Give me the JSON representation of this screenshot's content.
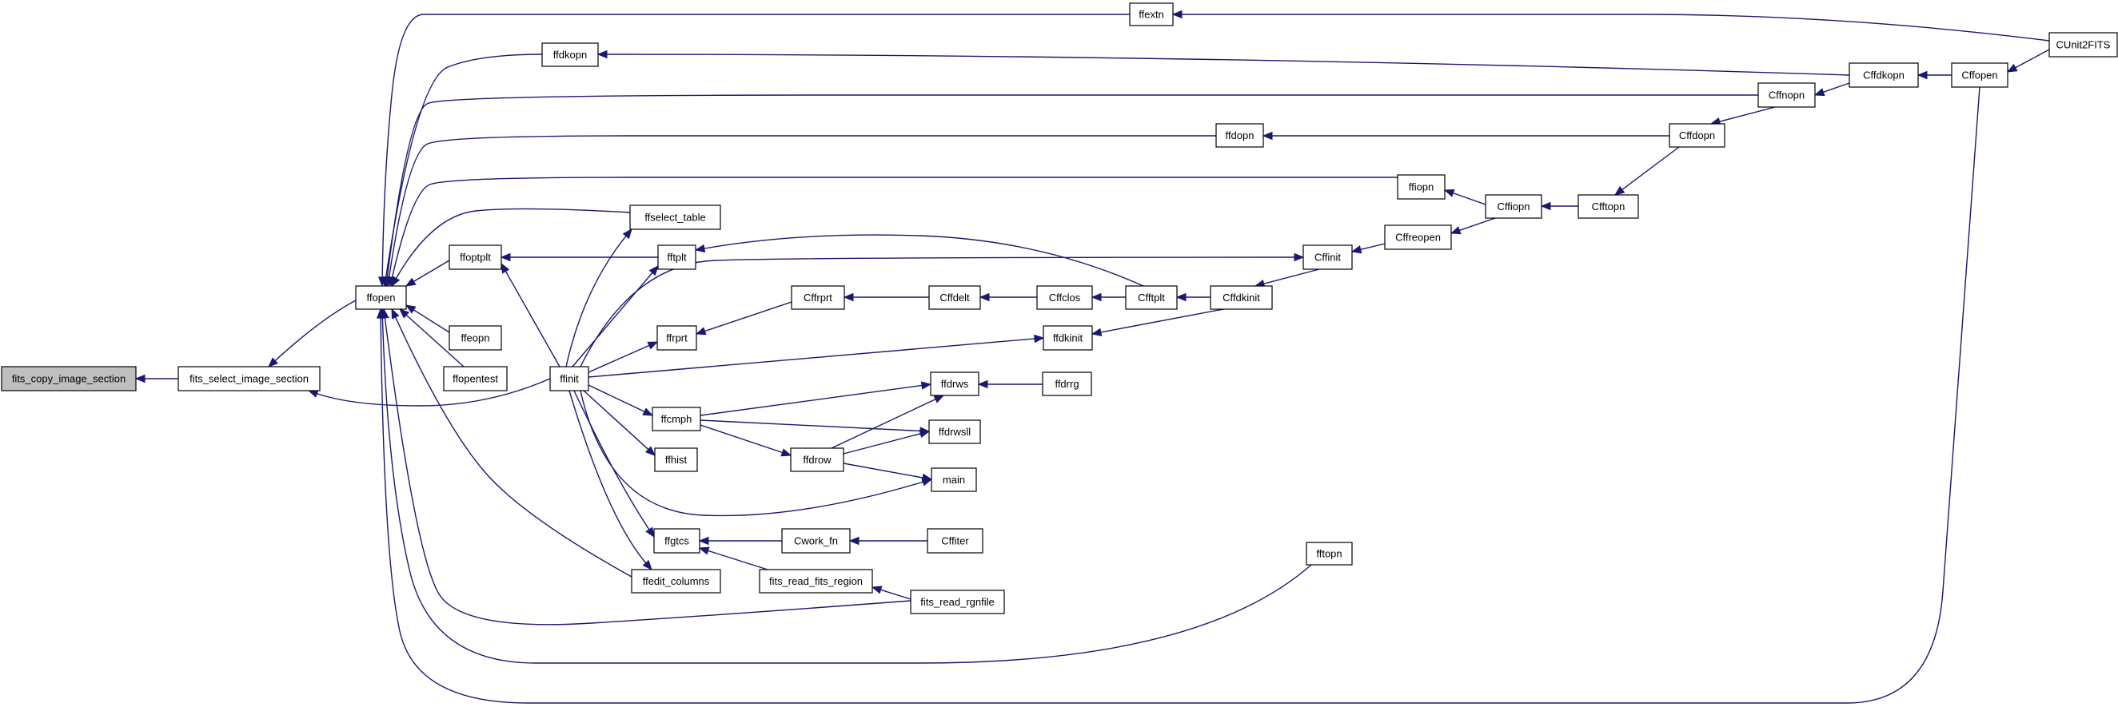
{
  "graph": {
    "title": "",
    "edge_color": "#191970",
    "focus_fill": "#bfbfbf",
    "nodes": [
      {
        "id": "fits_copy_image_section",
        "label": "fits_copy_image_section",
        "focus": true
      },
      {
        "id": "fits_select_image_section",
        "label": "fits_select_image_section"
      },
      {
        "id": "ffopen",
        "label": "ffopen"
      },
      {
        "id": "ffinit",
        "label": "ffinit"
      },
      {
        "id": "ffextn",
        "label": "ffextn"
      },
      {
        "id": "ffdkopn",
        "label": "ffdkopn"
      },
      {
        "id": "ffdopn",
        "label": "ffdopn"
      },
      {
        "id": "ffiopn",
        "label": "ffiopn"
      },
      {
        "id": "ffselect_table",
        "label": "ffselect_table"
      },
      {
        "id": "ffoptplt",
        "label": "ffoptplt"
      },
      {
        "id": "fftplt",
        "label": "fftplt"
      },
      {
        "id": "ffeopn",
        "label": "ffeopn"
      },
      {
        "id": "fits_read_rgnfile",
        "label": "fits_read_rgnfile"
      },
      {
        "id": "fits_read_fits_region",
        "label": "fits_read_fits_region"
      },
      {
        "id": "ffopentest",
        "label": "ffopentest"
      },
      {
        "id": "ffedit_columns",
        "label": "ffedit_columns"
      },
      {
        "id": "fftopn",
        "label": "fftopn"
      },
      {
        "id": "CUnit2FITS",
        "label": "CUnit2FITS"
      },
      {
        "id": "Cffdkopn",
        "label": "Cffdkopn"
      },
      {
        "id": "Cffopen",
        "label": "Cffopen"
      },
      {
        "id": "Cffnopn",
        "label": "Cffnopn"
      },
      {
        "id": "Cffdopn",
        "label": "Cffdopn"
      },
      {
        "id": "Cffiopn",
        "label": "Cffiopn"
      },
      {
        "id": "Cfftopn",
        "label": "Cfftopn"
      },
      {
        "id": "Cffreopen",
        "label": "Cffreopen"
      },
      {
        "id": "Cffinit",
        "label": "Cffinit"
      },
      {
        "id": "Cffdkinit",
        "label": "Cffdkinit"
      },
      {
        "id": "Cfftplt",
        "label": "Cfftplt"
      },
      {
        "id": "ffrprt",
        "label": "ffrprt"
      },
      {
        "id": "Cffrprt",
        "label": "Cffrprt"
      },
      {
        "id": "Cffdelt",
        "label": "Cffdelt"
      },
      {
        "id": "Cffclos",
        "label": "Cffclos"
      },
      {
        "id": "ffdkinit",
        "label": "ffdkinit"
      },
      {
        "id": "ffcmph",
        "label": "ffcmph"
      },
      {
        "id": "ffdrws",
        "label": "ffdrws"
      },
      {
        "id": "ffdrrg",
        "label": "ffdrrg"
      },
      {
        "id": "ffdrwsll",
        "label": "ffdrwsll"
      },
      {
        "id": "ffdrow",
        "label": "ffdrow"
      },
      {
        "id": "ffhist",
        "label": "ffhist"
      },
      {
        "id": "main",
        "label": "main"
      },
      {
        "id": "ffgtcs",
        "label": "ffgtcs"
      },
      {
        "id": "Cwork_fn",
        "label": "Cwork_fn"
      },
      {
        "id": "Cffiter",
        "label": "Cffiter"
      }
    ],
    "edges": [
      {
        "from": "fits_select_image_section",
        "to": "fits_copy_image_section"
      },
      {
        "from": "ffopen",
        "to": "fits_select_image_section"
      },
      {
        "from": "ffinit",
        "to": "fits_select_image_section"
      },
      {
        "from": "ffextn",
        "to": "ffopen"
      },
      {
        "from": "ffdkopn",
        "to": "ffopen"
      },
      {
        "from": "Cffnopn",
        "to": "ffopen"
      },
      {
        "from": "ffdopn",
        "to": "ffopen"
      },
      {
        "from": "ffiopn",
        "to": "ffopen"
      },
      {
        "from": "ffselect_table",
        "to": "ffopen"
      },
      {
        "from": "ffoptplt",
        "to": "ffopen"
      },
      {
        "from": "ffeopn",
        "to": "ffopen"
      },
      {
        "from": "ffopentest",
        "to": "ffopen"
      },
      {
        "from": "ffedit_columns",
        "to": "ffopen"
      },
      {
        "from": "fits_read_rgnfile",
        "to": "ffopen"
      },
      {
        "from": "fftopn",
        "to": "ffopen"
      },
      {
        "from": "Cffopen",
        "to": "ffopen"
      },
      {
        "from": "CUnit2FITS",
        "to": "ffextn"
      },
      {
        "from": "Cffdkopn",
        "to": "ffdkopn"
      },
      {
        "from": "Cffopen",
        "to": "Cffdkopn"
      },
      {
        "from": "CUnit2FITS",
        "to": "Cffopen"
      },
      {
        "from": "Cffdkopn",
        "to": "Cffnopn"
      },
      {
        "from": "Cffdopn",
        "to": "ffdopn"
      },
      {
        "from": "Cffnopn",
        "to": "Cffdopn"
      },
      {
        "from": "Cffiopn",
        "to": "ffiopn"
      },
      {
        "from": "Cfftopn",
        "to": "Cffiopn"
      },
      {
        "from": "Cffdopn",
        "to": "Cfftopn"
      },
      {
        "from": "Cffiopn",
        "to": "Cffreopen"
      },
      {
        "from": "Cffreopen",
        "to": "Cffinit"
      },
      {
        "from": "Cffinit",
        "to": "Cffdkinit"
      },
      {
        "from": "Cffdkinit",
        "to": "Cfftplt"
      },
      {
        "from": "Cffdkinit",
        "to": "ffdkinit"
      },
      {
        "from": "Cfftplt",
        "to": "fftplt"
      },
      {
        "from": "fftplt",
        "to": "ffoptplt"
      },
      {
        "from": "ffinit",
        "to": "ffoptplt"
      },
      {
        "from": "ffinit",
        "to": "ffselect_table"
      },
      {
        "from": "ffinit",
        "to": "fftplt"
      },
      {
        "from": "ffinit",
        "to": "Cffinit"
      },
      {
        "from": "ffinit",
        "to": "ffrprt"
      },
      {
        "from": "ffinit",
        "to": "ffdkinit"
      },
      {
        "from": "ffinit",
        "to": "ffcmph"
      },
      {
        "from": "ffinit",
        "to": "ffhist"
      },
      {
        "from": "ffinit",
        "to": "main"
      },
      {
        "from": "ffinit",
        "to": "ffgtcs"
      },
      {
        "from": "ffinit",
        "to": "ffedit_columns"
      },
      {
        "from": "Cfftplt",
        "to": "Cffclos"
      },
      {
        "from": "Cffclos",
        "to": "Cffdelt"
      },
      {
        "from": "Cffdelt",
        "to": "Cffrprt"
      },
      {
        "from": "Cffrprt",
        "to": "ffrprt"
      },
      {
        "from": "ffcmph",
        "to": "ffdrws"
      },
      {
        "from": "ffcmph",
        "to": "ffdrwsll"
      },
      {
        "from": "ffcmph",
        "to": "ffdrow"
      },
      {
        "from": "ffdrow",
        "to": "ffdrws"
      },
      {
        "from": "ffdrow",
        "to": "ffdrwsll"
      },
      {
        "from": "ffdrow",
        "to": "main"
      },
      {
        "from": "ffdrws",
        "to": "ffdrrg"
      },
      {
        "from": "ffgtcs",
        "to": "Cwork_fn"
      },
      {
        "from": "ffgtcs",
        "to": "fits_read_fits_region"
      },
      {
        "from": "Cwork_fn",
        "to": "Cffiter"
      },
      {
        "from": "fits_read_fits_region",
        "to": "fits_read_rgnfile"
      }
    ]
  }
}
